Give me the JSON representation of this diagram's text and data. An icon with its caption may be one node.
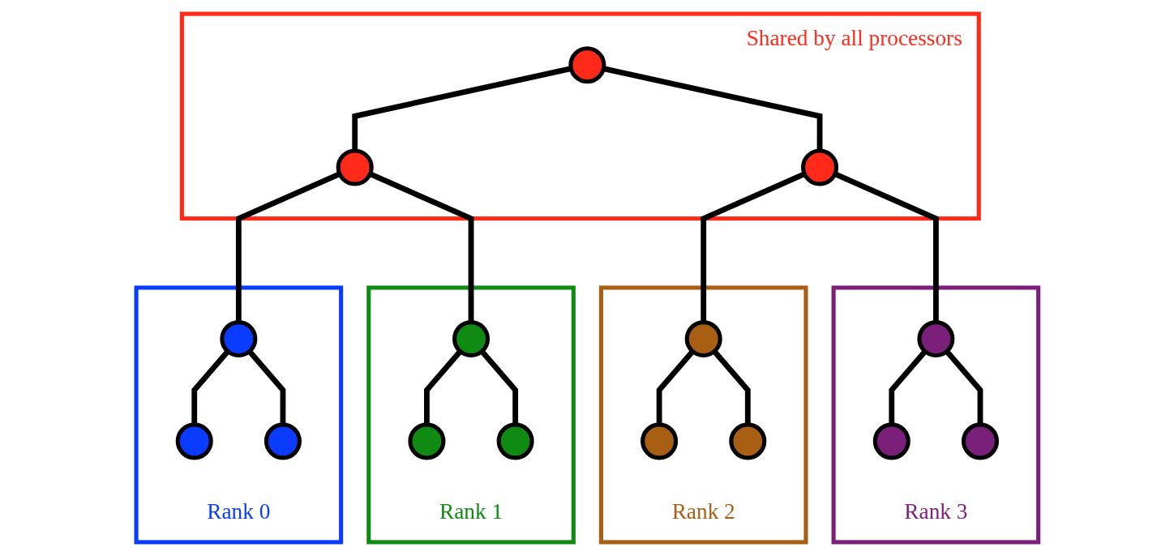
{
  "diagram": {
    "nodes": [
      {
        "text": [
          "Shared by all processors"
        ]
      },
      {
        "text": [],
        "shape": "circle",
        "in": 0
      },
      {
        "text": [],
        "shape": "circle",
        "in": 0
      },
      {
        "text": [],
        "shape": "circle",
        "in": 0
      },
      {
        "text": [
          "Rank 0"
        ]
      },
      {
        "text": [],
        "shape": "circle",
        "in": 4
      },
      {
        "text": [],
        "shape": "circle",
        "in": 4
      },
      {
        "text": [],
        "shape": "circle",
        "in": 4
      },
      {
        "text": [
          "Rank 1"
        ]
      },
      {
        "text": [],
        "shape": "circle",
        "in": 8
      },
      {
        "text": [],
        "shape": "circle",
        "in": 8
      },
      {
        "text": [],
        "shape": "circle",
        "in": 8
      },
      {
        "text": [
          "Rank 2"
        ]
      },
      {
        "text": [],
        "shape": "circle",
        "in": 12
      },
      {
        "text": [],
        "shape": "circle",
        "in": 12
      },
      {
        "text": [],
        "shape": "circle",
        "in": 12
      },
      {
        "text": [
          "Rank 3"
        ]
      },
      {
        "text": [],
        "shape": "circle",
        "in": 16
      },
      {
        "text": [],
        "shape": "circle",
        "in": 16
      },
      {
        "text": [],
        "shape": "circle",
        "in": 16
      }
    ],
    "edges": [
      {
        "from": 1,
        "to": 2,
        "arrow": "none"
      },
      {
        "from": 1,
        "to": 3,
        "arrow": "none"
      },
      {
        "from": 2,
        "to": 5,
        "arrow": "none"
      },
      {
        "from": 2,
        "to": 9,
        "arrow": "none"
      },
      {
        "from": 3,
        "to": 13,
        "arrow": "none"
      },
      {
        "from": 3,
        "to": 17,
        "arrow": "none"
      },
      {
        "from": 5,
        "to": 6,
        "arrow": "none"
      },
      {
        "from": 5,
        "to": 7,
        "arrow": "none"
      },
      {
        "from": 9,
        "to": 10,
        "arrow": "none"
      },
      {
        "from": 9,
        "to": 11,
        "arrow": "none"
      },
      {
        "from": 13,
        "to": 14,
        "arrow": "none"
      },
      {
        "from": 13,
        "to": 15,
        "arrow": "none"
      },
      {
        "from": 17,
        "to": 18,
        "arrow": "none"
      },
      {
        "from": 17,
        "to": 19,
        "arrow": "none"
      }
    ]
  }
}
